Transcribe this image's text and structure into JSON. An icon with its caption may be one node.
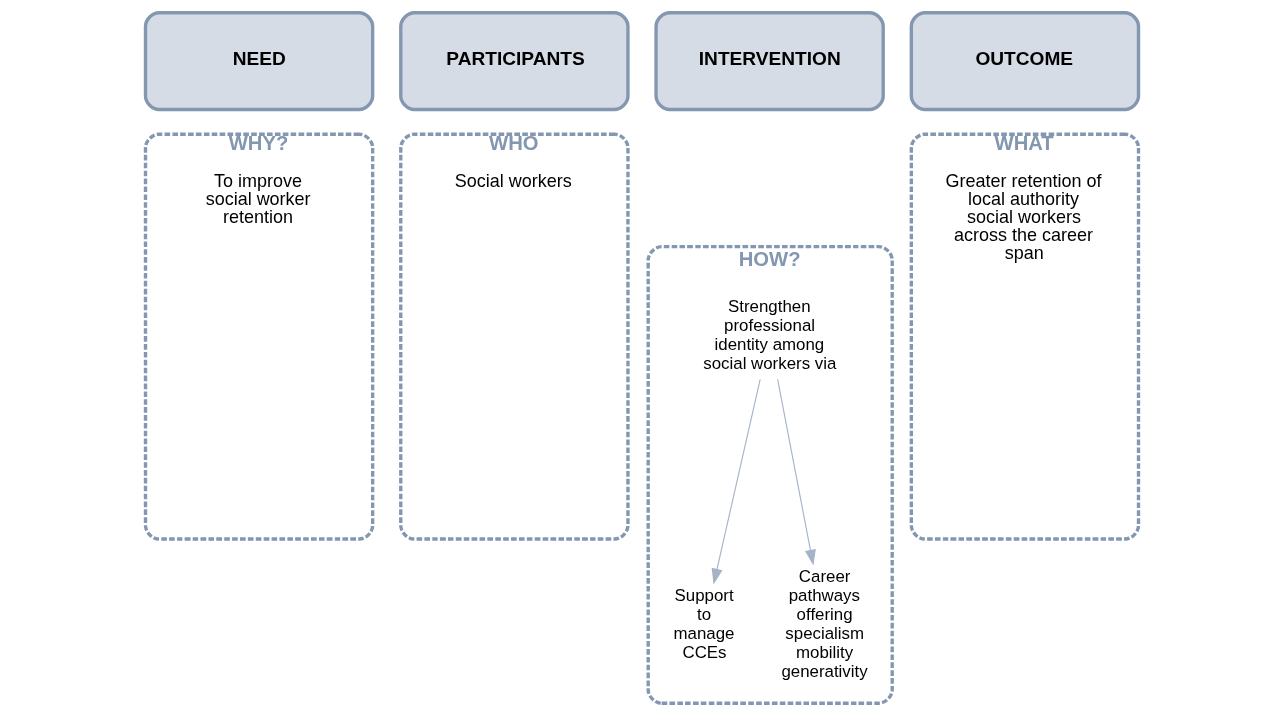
{
  "diagram": {
    "nodes": [
      {
        "text": [
          "NEED"
        ]
      },
      {
        "text": [
          "PARTICIPANTS"
        ]
      },
      {
        "text": [
          "INTERVENTION"
        ]
      },
      {
        "text": [
          "OUTCOME"
        ]
      },
      {
        "text": [
          "WHY?",
          "To improve social worker retention"
        ]
      },
      {
        "text": [
          "WHO",
          "Social workers"
        ]
      },
      {
        "text": [
          "HOW?"
        ]
      },
      {
        "text": [
          "Strengthen professional identity among social workers via"
        ],
        "in": 6
      },
      {
        "text": [
          "Support to manage CCEs"
        ],
        "in": 6
      },
      {
        "text": [
          "Career pathways offering specialism mobility generativity"
        ],
        "in": 6
      },
      {
        "text": [
          "WHAT",
          "Greater retention of local authority social workers across the career span"
        ]
      }
    ],
    "edges": [
      {
        "from": 7,
        "to": 8,
        "arrow": "to"
      },
      {
        "from": 7,
        "to": 9,
        "arrow": "to"
      }
    ]
  }
}
